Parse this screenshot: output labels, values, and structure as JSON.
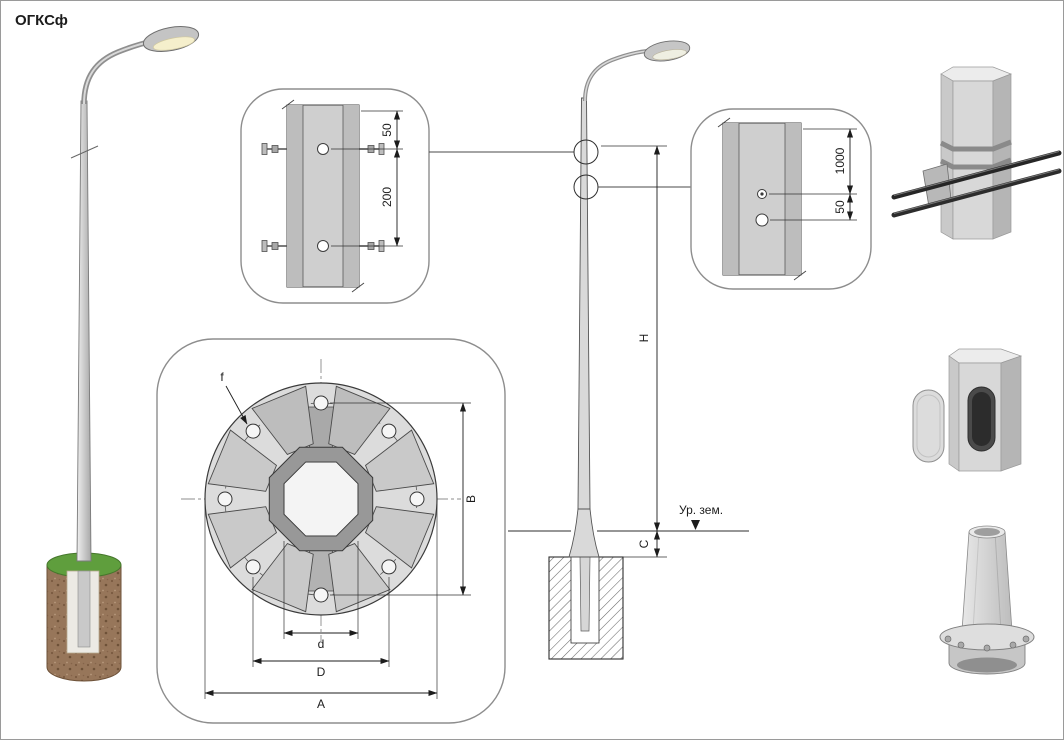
{
  "title": "ОГКСф",
  "clamp_detail": {
    "dim_top": "50",
    "dim_between": "200"
  },
  "hole_detail": {
    "dim_top": "1000",
    "dim_between": "50"
  },
  "flange_detail": {
    "hole_dia": "f",
    "bolt_span": "B",
    "octagon_inner": "d",
    "bolt_circle": "D",
    "flange_outer": "A"
  },
  "elevation": {
    "pole_height": "H",
    "embed_depth": "C",
    "ground_level": "Ур. зем."
  },
  "colors": {
    "outline": "#2e2e2e",
    "detail_box_stroke": "#8d8d8d",
    "metal_light": "#d8d8d8",
    "metal_mid": "#bdbdbd",
    "metal_dark": "#9a9a9a",
    "soil": "#97765a",
    "grass": "#5f9e3d",
    "lamp_glow": "#f5efcc"
  }
}
